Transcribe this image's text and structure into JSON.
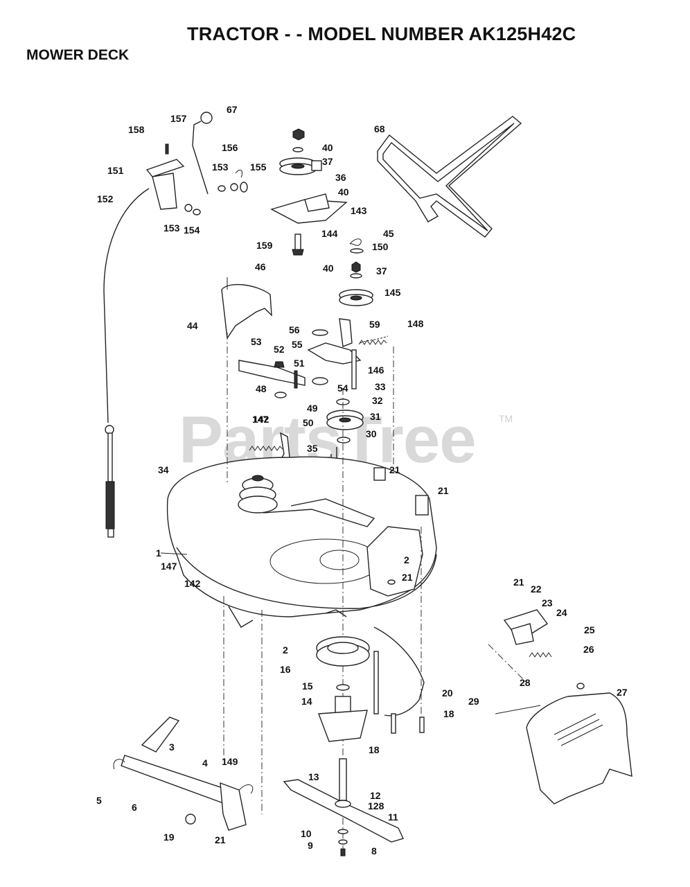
{
  "header": {
    "title": "TRACTOR - - MODEL NUMBER AK125H42C",
    "subtitle": "MOWER DECK"
  },
  "watermark": {
    "text": "PartsTree",
    "trademark": "TM"
  },
  "callouts": {
    "c1": "1",
    "c2a": "2",
    "c2b": "2",
    "c3": "3",
    "c4": "4",
    "c5": "5",
    "c6": "6",
    "c8": "8",
    "c9": "9",
    "c10": "10",
    "c11": "11",
    "c12": "12",
    "c13": "13",
    "c14": "14",
    "c15": "15",
    "c16": "16",
    "c18a": "18",
    "c18b": "18",
    "c19": "19",
    "c20": "20",
    "c21a": "21",
    "c21b": "21",
    "c21c": "21",
    "c21d": "21",
    "c21e": "21",
    "c22": "22",
    "c23": "23",
    "c24": "24",
    "c25": "25",
    "c26": "26",
    "c27": "27",
    "c28": "28",
    "c29": "29",
    "c30": "30",
    "c31": "31",
    "c32": "32",
    "c33": "33",
    "c34": "34",
    "c35": "35",
    "c36": "36",
    "c37a": "37",
    "c37b": "37",
    "c40a": "40",
    "c40b": "40",
    "c40c": "40",
    "c44": "44",
    "c45": "45",
    "c46": "46",
    "c48": "48",
    "c49": "49",
    "c50": "50",
    "c51": "51",
    "c52": "52",
    "c53": "53",
    "c54": "54",
    "c55": "55",
    "c56": "56",
    "c59": "59",
    "c67": "67",
    "c68": "68",
    "c128": "128",
    "c142a": "142",
    "c142b": "142",
    "c143": "143",
    "c144": "144",
    "c145": "145",
    "c146": "146",
    "c147a": "147",
    "c147b": "147",
    "c148": "148",
    "c149": "149",
    "c150": "150",
    "c151": "151",
    "c152": "152",
    "c153a": "153",
    "c153b": "153",
    "c154": "154",
    "c155": "155",
    "c156": "156",
    "c157": "157",
    "c158": "158",
    "c159": "159"
  }
}
